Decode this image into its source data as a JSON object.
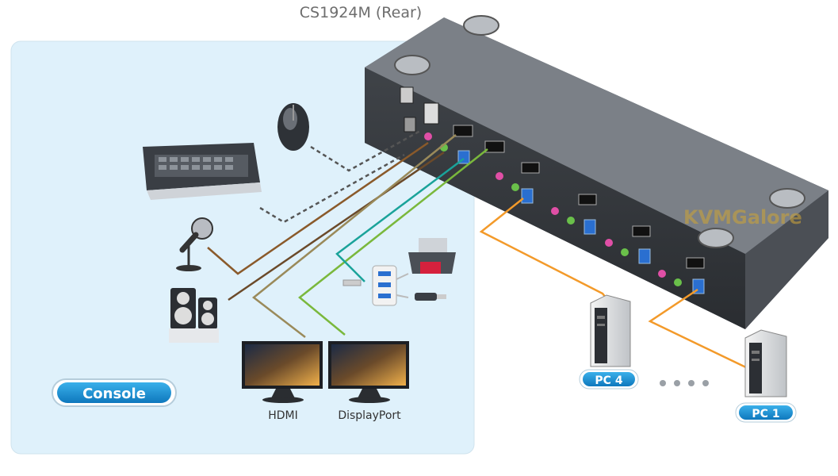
{
  "title": "CS1924M (Rear)",
  "console_label": "Console",
  "labels": {
    "hdmi": "HDMI",
    "displayport": "DisplayPort",
    "pc4": "PC 4",
    "pc1": "PC 1",
    "watermark": "KVMGalore"
  },
  "colors": {
    "console_panel": "#dff1fb",
    "badge_blue": "#1a8fd0",
    "dashed_line": "#555555",
    "mic_line": "#8a5a2b",
    "speaker_line": "#6b4a2a",
    "hdmi_line": "#9a8a5a",
    "dp_line": "#7ab83c",
    "usb_line": "#1aa39a",
    "pc_line": "#f39a2a"
  }
}
